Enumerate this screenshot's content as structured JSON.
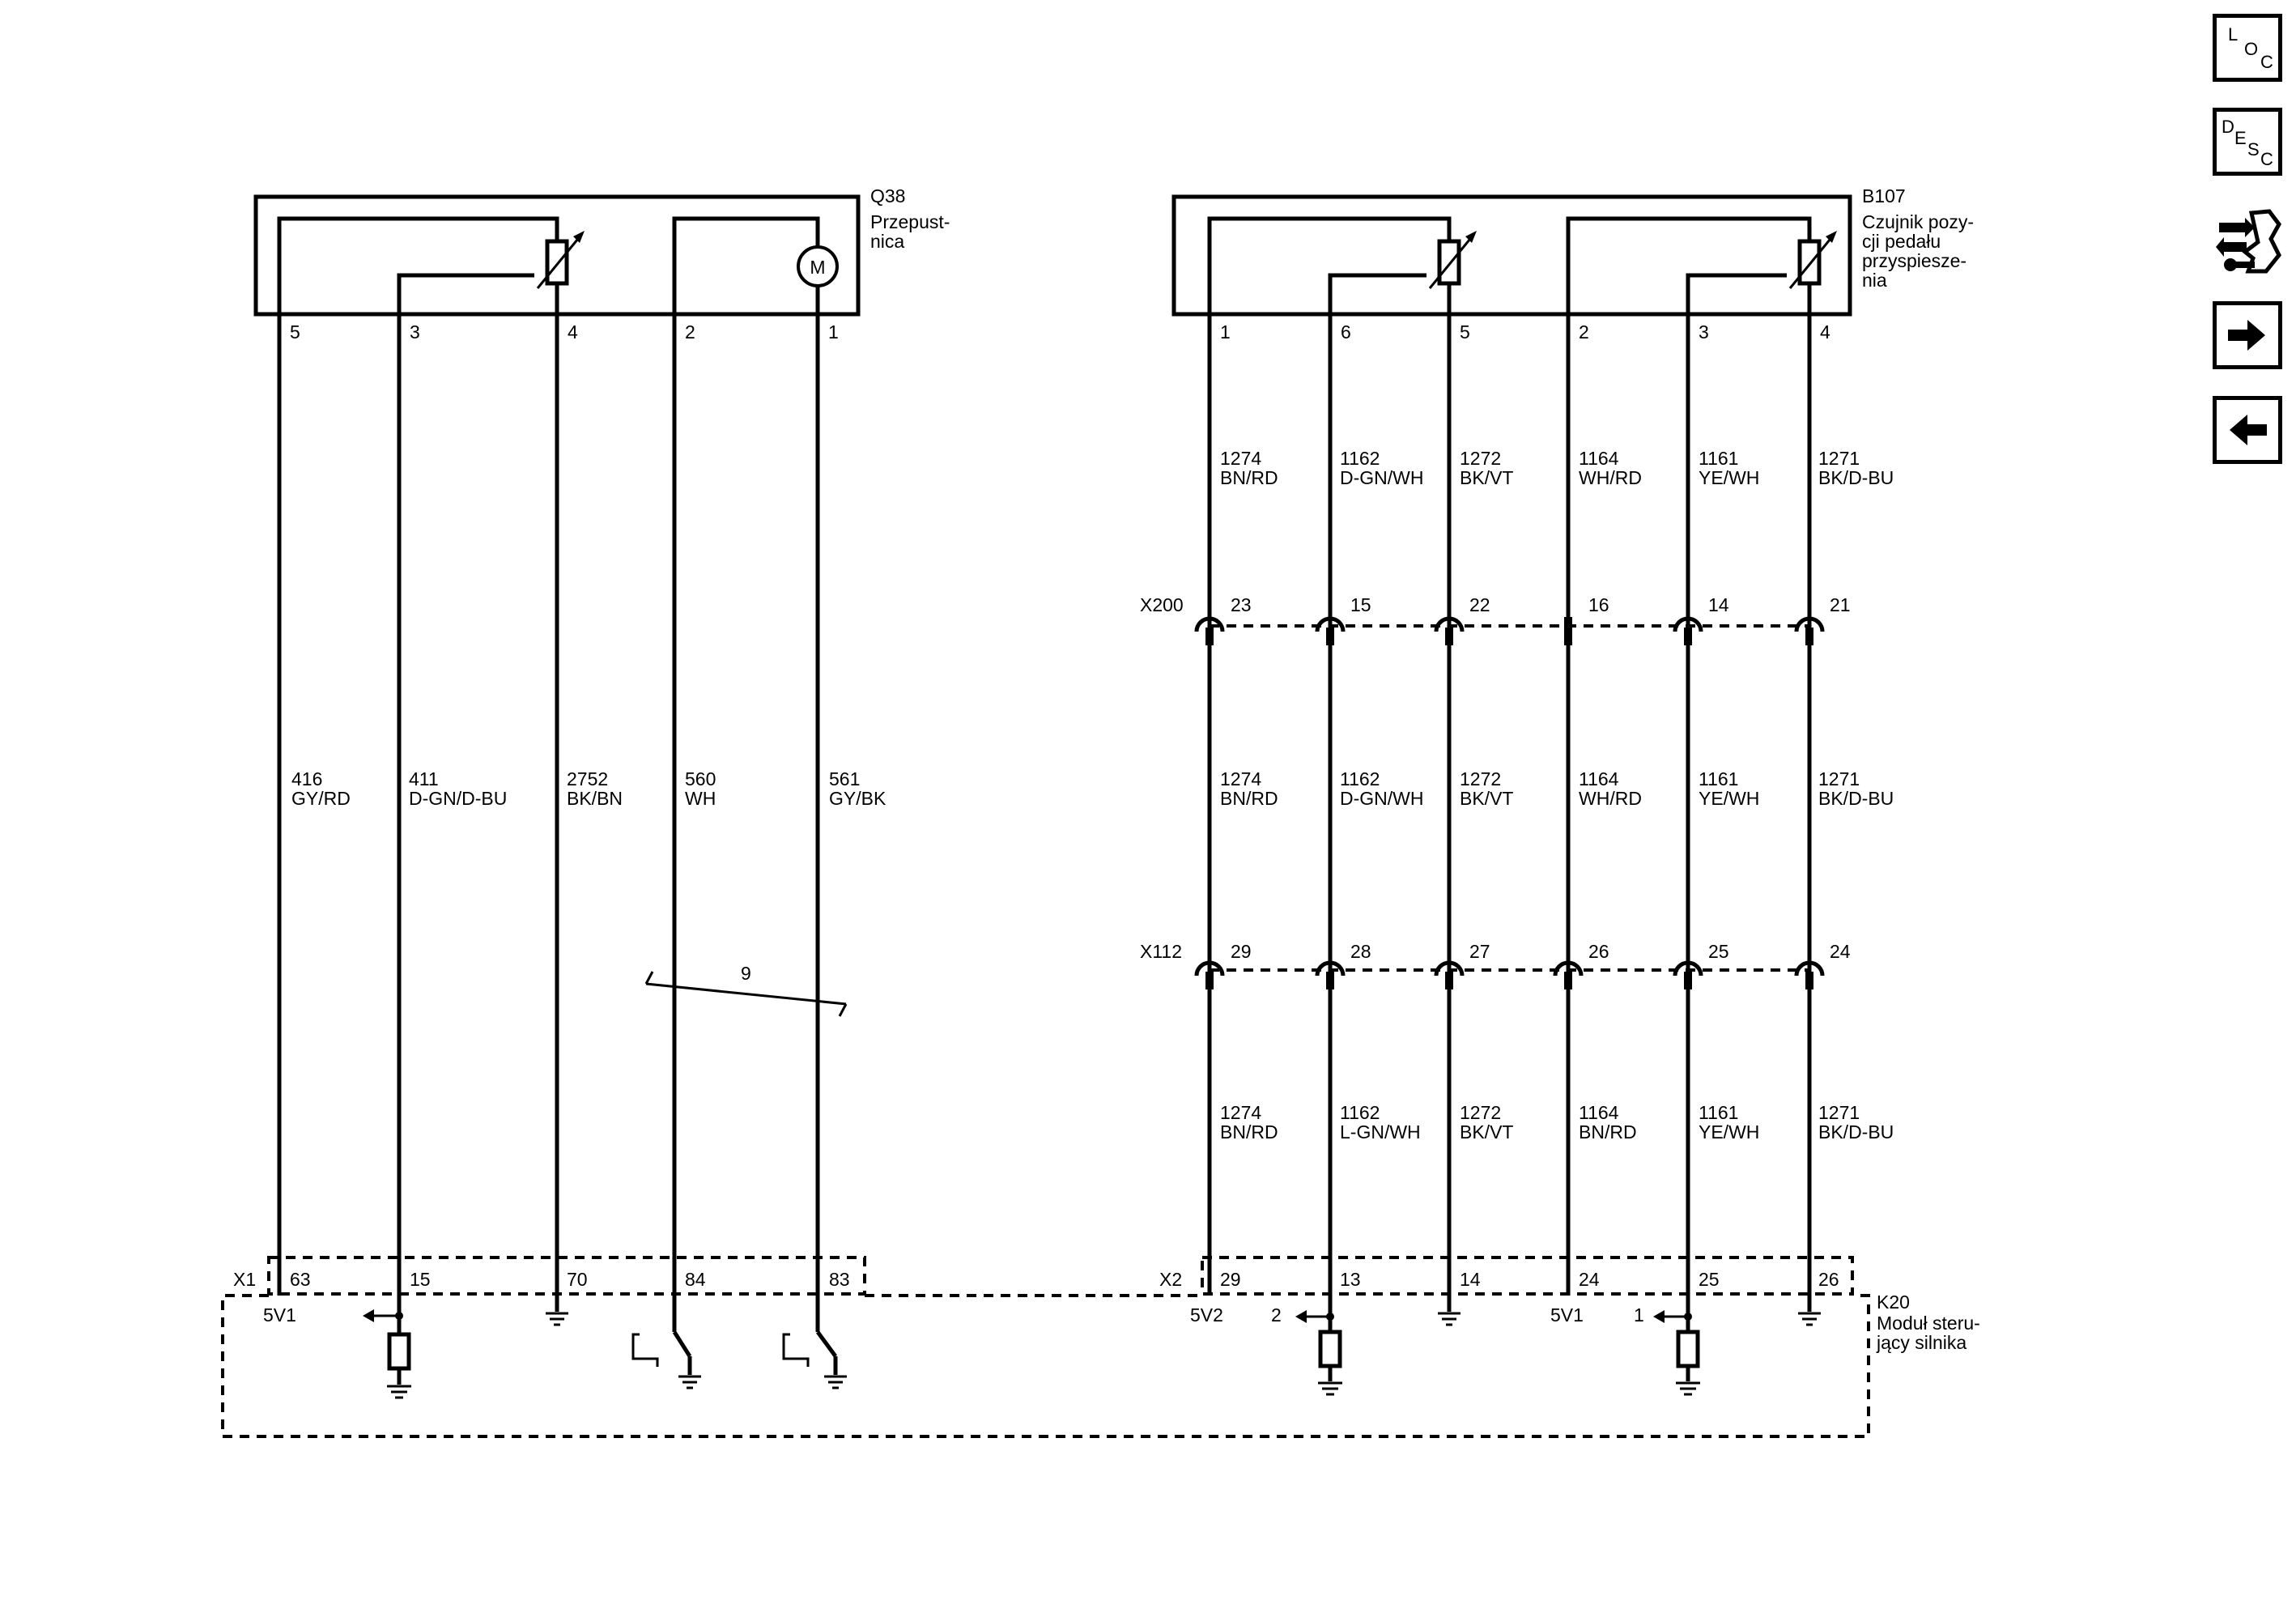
{
  "components": {
    "throttle": {
      "id": "Q38",
      "name_lines": [
        "Przepust-",
        "nica"
      ]
    },
    "pedal": {
      "id": "B107",
      "name_lines": [
        "Czujnik pozy-",
        "cji pedału",
        "przyspiesze-",
        "nia"
      ]
    },
    "ecm": {
      "id": "K20",
      "name_lines": [
        "Moduł steru-",
        "jący silnika"
      ]
    }
  },
  "motor_symbol": "M",
  "connectors": {
    "x1": "X1",
    "x2": "X2",
    "x200": "X200",
    "x112": "X112"
  },
  "twisted_pair_label": "9",
  "left_circuits": [
    {
      "pin": "5",
      "ecm_pin": "63",
      "circuit": "416",
      "color": "GY/RD"
    },
    {
      "pin": "3",
      "ecm_pin": "15",
      "circuit": "411",
      "color": "D-GN/D-BU"
    },
    {
      "pin": "4",
      "ecm_pin": "70",
      "circuit": "2752",
      "color": "BK/BN"
    },
    {
      "pin": "2",
      "ecm_pin": "84",
      "circuit": "560",
      "color": "WH"
    },
    {
      "pin": "1",
      "ecm_pin": "83",
      "circuit": "561",
      "color": "GY/BK"
    }
  ],
  "right_circuits": [
    {
      "pin": "1",
      "x200_pin": "23",
      "x112_pin": "29",
      "ecm_pin": "29",
      "seg1": {
        "circuit": "1274",
        "color": "BN/RD"
      },
      "seg2": {
        "circuit": "1274",
        "color": "BN/RD"
      },
      "seg3": {
        "circuit": "1274",
        "color": "BN/RD"
      }
    },
    {
      "pin": "6",
      "x200_pin": "15",
      "x112_pin": "28",
      "ecm_pin": "13",
      "seg1": {
        "circuit": "1162",
        "color": "D-GN/WH"
      },
      "seg2": {
        "circuit": "1162",
        "color": "D-GN/WH"
      },
      "seg3": {
        "circuit": "1162",
        "color": "L-GN/WH"
      }
    },
    {
      "pin": "5",
      "x200_pin": "22",
      "x112_pin": "27",
      "ecm_pin": "14",
      "seg1": {
        "circuit": "1272",
        "color": "BK/VT"
      },
      "seg2": {
        "circuit": "1272",
        "color": "BK/VT"
      },
      "seg3": {
        "circuit": "1272",
        "color": "BK/VT"
      }
    },
    {
      "pin": "2",
      "x200_pin": "16",
      "x112_pin": "26",
      "ecm_pin": "24",
      "seg1": {
        "circuit": "1164",
        "color": "WH/RD"
      },
      "seg2": {
        "circuit": "1164",
        "color": "WH/RD"
      },
      "seg3": {
        "circuit": "1164",
        "color": "BN/RD"
      }
    },
    {
      "pin": "3",
      "x200_pin": "14",
      "x112_pin": "25",
      "ecm_pin": "25",
      "seg1": {
        "circuit": "1161",
        "color": "YE/WH"
      },
      "seg2": {
        "circuit": "1161",
        "color": "YE/WH"
      },
      "seg3": {
        "circuit": "1161",
        "color": "YE/WH"
      }
    },
    {
      "pin": "4",
      "x200_pin": "21",
      "x112_pin": "24",
      "ecm_pin": "26",
      "seg1": {
        "circuit": "1271",
        "color": "BK/D-BU"
      },
      "seg2": {
        "circuit": "1271",
        "color": "BK/D-BU"
      },
      "seg3": {
        "circuit": "1271",
        "color": "BK/D-BU"
      }
    }
  ],
  "ecm_labels": {
    "ref_5v1_left": "5V1",
    "ref_5v2": "5V2",
    "ref_5v1_right": "5V1",
    "sensor_2": "2",
    "sensor_1": "1"
  },
  "side_nav": {
    "loc": {
      "letters": [
        "L",
        "O",
        "C"
      ],
      "icon": "location-icon"
    },
    "desc": {
      "letters": [
        "D",
        "E",
        "S",
        "C"
      ],
      "icon": "description-icon"
    },
    "connector_icon": "connector-repair-icon",
    "next_icon": "arrow-right-icon",
    "prev_icon": "arrow-left-icon"
  }
}
